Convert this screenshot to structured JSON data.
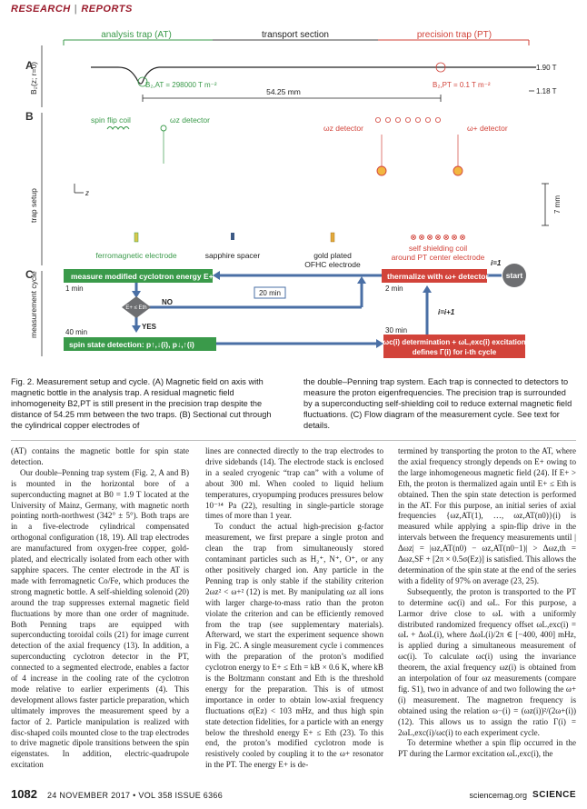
{
  "header": {
    "section": "RESEARCH",
    "separator": "|",
    "subsection": "REPORTS"
  },
  "figure": {
    "top_labels": {
      "at": "analysis trap (AT)",
      "transport": "transport section",
      "pt": "precision trap (PT)"
    },
    "panel_a": {
      "letter": "A",
      "ylabel": "B₂(z; r=0)",
      "b_at": "B₂,AT = 298000 T m⁻²",
      "b_pt": "B₂,PT = 0.1 T m⁻²",
      "distance": "54.25 mm",
      "field_high": "1.90 T",
      "field_low": "1.18 T"
    },
    "panel_b": {
      "letter": "B",
      "ylabel": "trap setup",
      "spin_flip": "spin flip coil",
      "wz_det_at": "ωz detector",
      "wz_det_pt": "ωz detector",
      "wp_det": "ω+ detector",
      "ferro": "ferromagnetic electrode",
      "sapphire": "sapphire spacer",
      "gold1": "gold plated",
      "gold2": "OFHC electrode",
      "shield1": "self shielding coil",
      "shield2": "around PT center electrode",
      "scale": "7 mm",
      "axis_z": "z"
    },
    "panel_c": {
      "letter": "C",
      "ylabel": "measurement cycle",
      "measure": "measure modified cyclotron energy E+",
      "t1": "1 min",
      "thermalize": "thermalize with ω+ detector",
      "t2": "2 min",
      "start": "start",
      "i1": "i=1",
      "ii": "i=i+1",
      "decision": "E+ ≤ Eth",
      "no": "NO",
      "yes": "YES",
      "t20": "20 min",
      "t40": "40 min",
      "spin": "spin state detection: p↑,↓(i), p↓,↑(i)",
      "t30": "30 min",
      "det1": "ωc(i) determination + ωL,exc(i) excitation",
      "det2": "defines Γ(i) for i-th cycle"
    }
  },
  "caption": {
    "left": "Fig. 2. Measurement setup and cycle. (A) Magnetic field on axis with magnetic bottle in the analysis trap. A residual magnetic field inhomogeneity B2,PT is still present in the precision trap despite the distance of 54.25 mm between the two traps. (B) Sectional cut through the cylindrical copper electrodes of",
    "right": "the double–Penning trap system. Each trap is connected to detectors to measure the proton eigenfrequencies. The precision trap is surrounded by a superconducting self-shielding coil to reduce external magnetic field fluctuations. (C) Flow diagram of the measurement cycle. See text for details."
  },
  "columns": {
    "c1": [
      "(AT) contains the magnetic bottle for spin state detection.",
      "Our double–Penning trap system (Fig. 2, A and B) is mounted in the horizontal bore of a superconducting magnet at B0 = 1.9 T located at the University of Mainz, Germany, with magnetic north pointing north-northwest (342° ± 5°). Both traps are in a five-electrode cylindrical compensated orthogonal configuration (18, 19). All trap electrodes are manufactured from oxygen-free copper, gold-plated, and electrically isolated from each other with sapphire spacers. The center electrode in the AT is made with ferromagnetic Co/Fe, which produces the strong magnetic bottle. A self-shielding solenoid (20) around the trap suppresses external magnetic field fluctuations by more than one order of magnitude. Both Penning traps are equipped with superconducting toroidal coils (21) for image current detection of the axial frequency (13). In addition, a superconducting cyclotron detector in the PT, connected to a segmented electrode, enables a factor of 4 increase in the cooling rate of the cyclotron mode relative to earlier experiments (4). This development allows faster particle preparation, which ultimately improves the measurement speed by a factor of 2. Particle manipulation is realized with disc-shaped coils mounted close to the trap electrodes to drive magnetic dipole transitions between the spin eigenstates. In addition, electric-quadrupole excitation"
    ],
    "c2": [
      "lines are connected directly to the trap electrodes to drive sidebands (14). The electrode stack is enclosed in a sealed cryogenic “trap can” with a volume of about 300 ml. When cooled to liquid helium temperatures, cryopumping produces pressures below 10⁻¹⁴ Pa (22), resulting in single-particle storage times of more than 1 year.",
      "To conduct the actual high-precision g-factor measurement, we first prepare a single proton and clean the trap from simultaneously stored contaminant particles such as H₂⁺, N⁺, O⁺, or any other positively charged ion. Any particle in the Penning trap is only stable if the stability criterion 2ωz² < ω+² (12) is met. By manipulating ωz all ions with larger charge-to-mass ratio than the proton violate the criterion and can be efficiently removed from the trap (see supplementary materials). Afterward, we start the experiment sequence shown in Fig. 2C. A single measurement cycle i commences with the preparation of the proton’s modified cyclotron energy to E+ ≤ Eth = kB × 0.6 K, where kB is the Boltzmann constant and Eth is the threshold energy for the preparation. This is of utmost importance in order to obtain low-axial frequency fluctuations σ(Ez) < 103 mHz, and thus high spin state detection fidelities, for a particle with an energy below the threshold energy E+ ≤ Eth (23). To this end, the proton’s modified cyclotron mode is resistively cooled by coupling it to the ω+ resonator in the PT. The energy E+ is de-"
    ],
    "c3": [
      "termined by transporting the proton to the AT, where the axial frequency strongly depends on E+ owing to the large inhomogeneous magnetic field (24). If E+ > Eth, the proton is thermalized again until E+ ≤ Eth is obtained. Then the spin state detection is performed in the AT. For this purpose, an initial series of axial frequencies {ωz,AT(1), …, ωz,AT(n0)}(i) is measured while applying a spin-flip drive in the intervals between the frequency measurements until |Δωz| = |ωz,AT(n0) − ωz,AT(n0−1)| > Δωz,th = Δωz,SF + [2π × 0.5σ(Ez)] is satisfied. This allows the determination of the spin state at the end of the series with a fidelity of 97% on average (23, 25).",
      "Subsequently, the proton is transported to the PT to determine ωc(i) and ωL. For this purpose, a Larmor drive close to ωL with a uniformly distributed randomized frequency offset ωL,exc(i) = ωL + ΔωL(i), where ΔωL(i)/2π ∈ [−400, 400] mHz, is applied during a simultaneous measurement of ωc(i). To calculate ωc(i) using the invariance theorem, the axial frequency ωz(i) is obtained from an interpolation of four ωz measurements (compare fig. S1), two in advance of and two following the ω+(i) measurement. The magnetron frequency is obtained using the relation ω−(i) = (ωz(i))²/(2ω+(i)) (12). This allows us to assign the ratio Γ(i) = 2ωL,exc(i)/ωc(i) to each experiment cycle.",
      "To determine whether a spin flip occurred in the PT during the Larmor excitation ωL,exc(i), the"
    ]
  },
  "footer": {
    "page": "1082",
    "date": "24 NOVEMBER 2017 • VOL 358 ISSUE 6366",
    "site": "sciencemag.org",
    "journal": "SCIENCE"
  },
  "colors": {
    "green": "#3a9a4a",
    "red": "#d2433a",
    "blue": "#4a6fa5",
    "gray": "#6d6e71",
    "header_red": "#9b1c2c"
  }
}
